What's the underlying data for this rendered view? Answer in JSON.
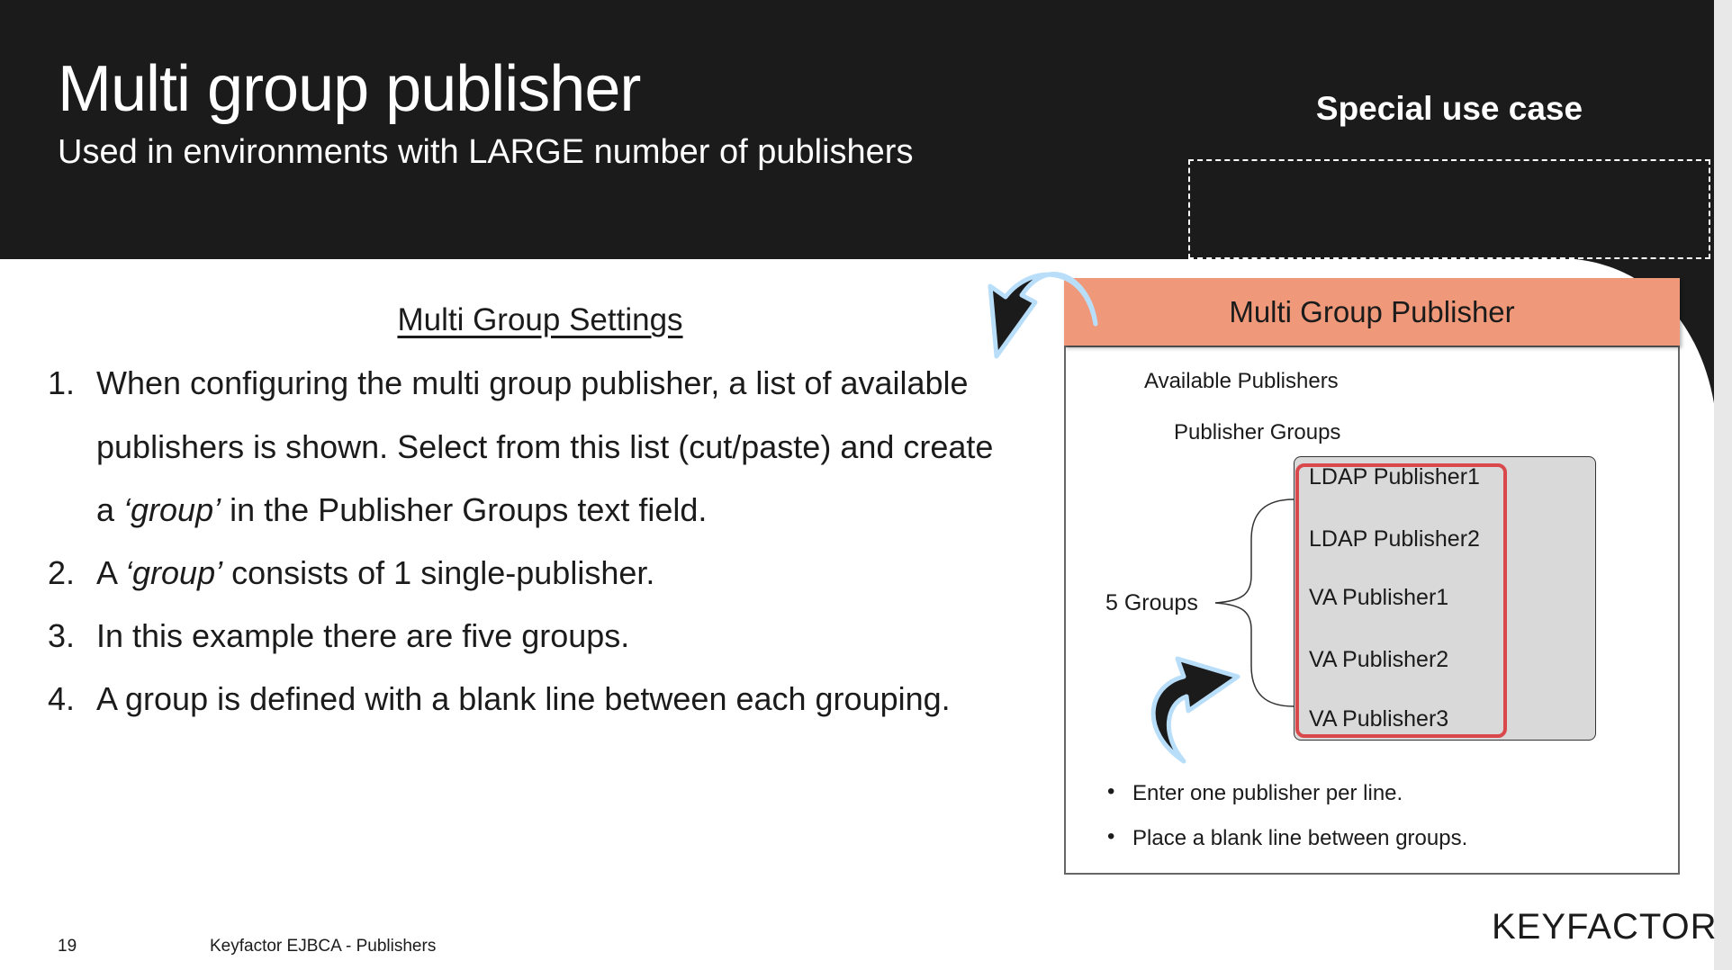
{
  "header": {
    "title": "Multi group publisher",
    "subtitle": "Used in environments with LARGE number of publishers",
    "tag": "Special use case"
  },
  "left": {
    "heading": "Multi Group Settings",
    "items": [
      {
        "num": "1.",
        "lines": [
          "When configuring the multi group publisher, a list of available",
          "publishers is shown. Select from this list (cut/paste) and create"
        ],
        "pre": "a ",
        "italic": "‘group’",
        "post": " in the  Publisher Groups text field."
      },
      {
        "num": "2.",
        "pre": "A ",
        "italic": "‘group’",
        "post": " consists of 1 single-publisher."
      },
      {
        "num": "3.",
        "text": "In this example there are five groups."
      },
      {
        "num": "4.",
        "text": "A group is defined with a blank line between each grouping."
      }
    ]
  },
  "panel": {
    "title": "Multi Group Publisher",
    "available_label": "Available Publishers",
    "groups_label": "Publisher Groups",
    "count_label": "5 Groups",
    "publishers": [
      "LDAP Publisher1",
      "LDAP Publisher2",
      "VA Publisher1",
      "VA Publisher2",
      "VA Publisher3"
    ],
    "notes": [
      "Enter one publisher per line.",
      "Place a blank line between groups."
    ]
  },
  "footer": {
    "page": "19",
    "text": "Keyfactor EJBCA - Publishers",
    "logo": "KEYFACTOR"
  },
  "colors": {
    "header_bg": "#1b1b1b",
    "panel_header": "#f0997a",
    "highlight": "#d9484a"
  }
}
